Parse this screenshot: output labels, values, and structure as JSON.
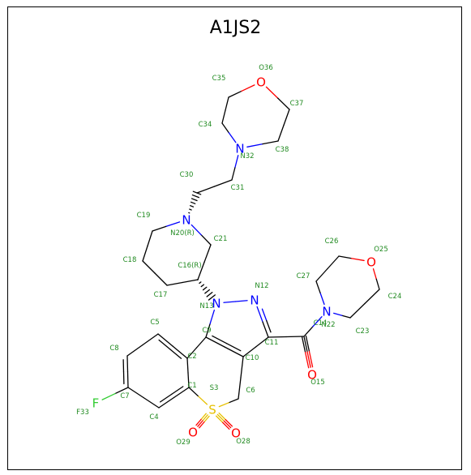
{
  "title": "A1JS2",
  "colors": {
    "bond": "#000000",
    "nitrogen": "#0000ff",
    "oxygen": "#ff0000",
    "sulfur": "#e6c000",
    "fluorine": "#33cc33",
    "label": "#228b22"
  },
  "element_symbols": {
    "O36": "O",
    "N32": "N",
    "N20": "N",
    "N12": "N",
    "N13": "N",
    "O25": "O",
    "N22": "N",
    "O15": "O",
    "S3": "S",
    "O29": "O",
    "O28": "O",
    "F33": "F"
  },
  "atom_labels": {
    "C35": "C35",
    "O36": "O36",
    "C37": "C37",
    "C34": "C34",
    "N32": "N32",
    "C38": "C38",
    "C30": "C30",
    "C31": "C31",
    "C19": "C19",
    "N20": "N20(R)",
    "C21": "C21",
    "C18": "C18",
    "C16": "C16(R)",
    "C17": "C17",
    "N12": "N12",
    "N13": "N13",
    "C26": "C26",
    "O25": "O25",
    "C27": "C27",
    "C24": "C24",
    "N22": "N22",
    "C23": "C23",
    "C14": "C14",
    "C5": "C5",
    "C9": "C9",
    "C11": "C11",
    "C8": "C8",
    "C2": "C2",
    "C10": "C10",
    "O15": "O15",
    "C1": "C1",
    "C6": "C6",
    "S3": "S3",
    "C7": "C7",
    "F33": "F33",
    "C4": "C4",
    "O29": "O29",
    "O28": "O28"
  }
}
